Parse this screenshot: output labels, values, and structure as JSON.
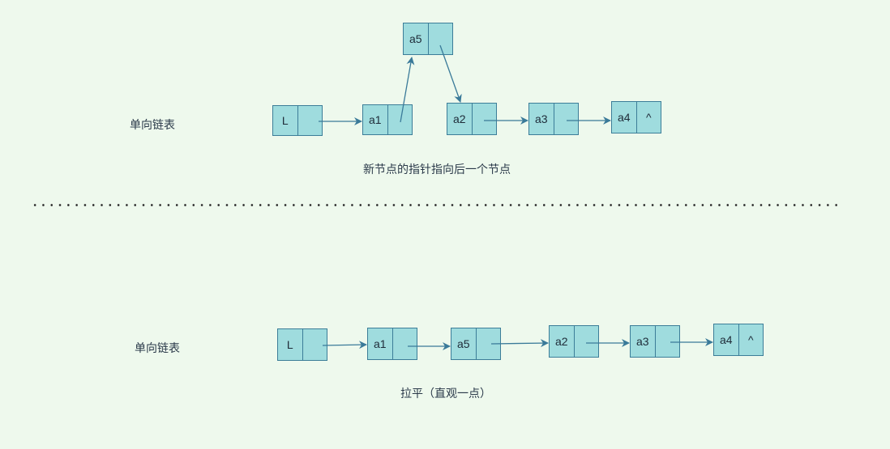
{
  "top": {
    "title": "单向链表",
    "caption": "新节点的指针指向后一个节点",
    "nodes": [
      {
        "id": "L",
        "label": "L",
        "ptr": ""
      },
      {
        "id": "a1",
        "label": "a1",
        "ptr": ""
      },
      {
        "id": "a5",
        "label": "a5",
        "ptr": ""
      },
      {
        "id": "a2",
        "label": "a2",
        "ptr": ""
      },
      {
        "id": "a3",
        "label": "a3",
        "ptr": ""
      },
      {
        "id": "a4",
        "label": "a4",
        "ptr": "^"
      }
    ],
    "edges": [
      [
        "L",
        "a1"
      ],
      [
        "a1",
        "a5"
      ],
      [
        "a5",
        "a2"
      ],
      [
        "a2",
        "a3"
      ],
      [
        "a3",
        "a4"
      ]
    ]
  },
  "bottom": {
    "title": "单向链表",
    "caption": "拉平（直观一点）",
    "nodes": [
      {
        "id": "L",
        "label": "L",
        "ptr": ""
      },
      {
        "id": "a1",
        "label": "a1",
        "ptr": ""
      },
      {
        "id": "a5",
        "label": "a5",
        "ptr": ""
      },
      {
        "id": "a2",
        "label": "a2",
        "ptr": ""
      },
      {
        "id": "a3",
        "label": "a3",
        "ptr": ""
      },
      {
        "id": "a4",
        "label": "a4",
        "ptr": "^"
      }
    ],
    "edges": [
      [
        "L",
        "a1"
      ],
      [
        "a1",
        "a5"
      ],
      [
        "a5",
        "a2"
      ],
      [
        "a2",
        "a3"
      ],
      [
        "a3",
        "a4"
      ]
    ]
  },
  "colors": {
    "node_fill": "#9fdcde",
    "node_border": "#3c7d98",
    "arrow": "#3a7a99",
    "background": "#eef9ed"
  }
}
